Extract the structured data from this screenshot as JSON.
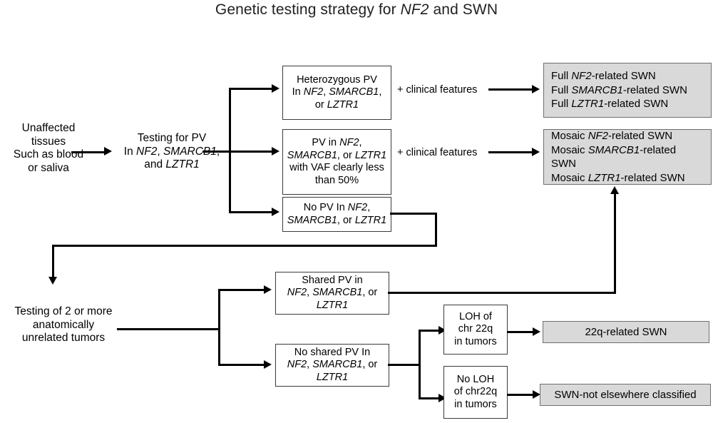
{
  "title": "Genetic testing strategy for NF2 and SWN",
  "nodes": {
    "start": "Unaffected\ntissues\nSuch as blood\nor saliva",
    "germline_test": "Testing for PV\nIn NF2, SMARCB1,\nand LZTR1",
    "het_pv": "Heterozygous PV\nIn NF2, SMARCB1,\nor LZTR1",
    "mosaic_pv": "PV in NF2,\nSMARCB1, or LZTR1\nwith VAF clearly less\nthan 50%",
    "no_pv": "No PV In NF2,\nSMARCB1, or LZTR1",
    "tumor_test": "Testing of 2 or more\nanatomically\nunrelated tumors",
    "shared_pv": "Shared PV in\nNF2, SMARCB1, or\nLZTR1",
    "no_shared_pv": "No shared PV In\nNF2, SMARCB1, or\nLZTR1",
    "loh": "LOH of\nchr 22q\nin tumors",
    "no_loh": "No LOH\nof chr22q\nin tumors"
  },
  "results": {
    "full_swn": "Full NF2-related SWN\nFull SMARCB1-related SWN\nFull LZTR1-related SWN",
    "mosaic_swn": "Mosaic NF2-related SWN\nMosaic SMARCB1-related SWN\nMosaic LZTR1-related SWN",
    "swn_22q": "22q-related SWN",
    "swn_nec": "SWN-not elsewhere classified"
  },
  "edge_labels": {
    "clinical_features_top": "+ clinical features",
    "clinical_features_mid": "+ clinical features"
  },
  "colors": {
    "result_fill": "#d9d9d9",
    "result_border": "#6e6e6e",
    "box_border": "#3b3b3b",
    "line": "#000000",
    "text": "#000000",
    "background": "#ffffff"
  }
}
